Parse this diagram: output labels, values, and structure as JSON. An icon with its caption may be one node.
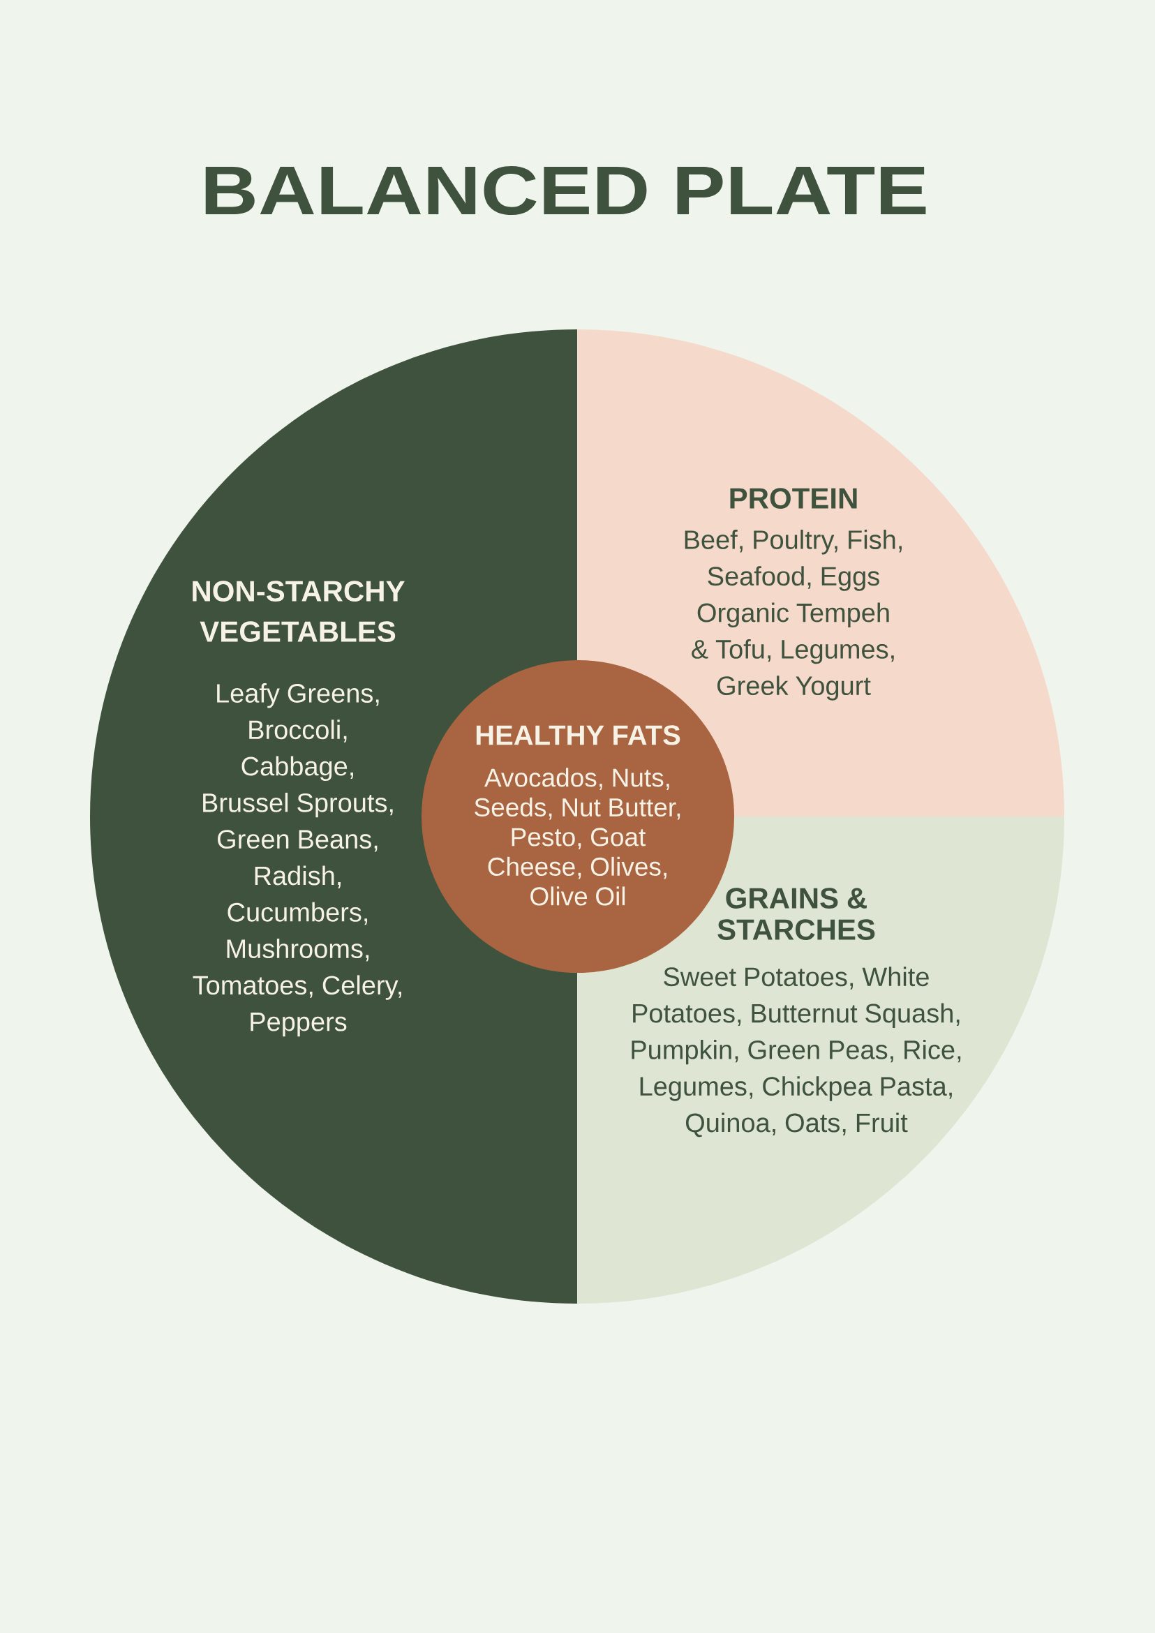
{
  "diagram": {
    "title": "BALANCED PLATE",
    "nodes": [
      {
        "text": [
          "NON-STARCHY VEGETABLES",
          "Leafy Greens, Broccoli, Cabbage, Brussel Sprouts, Green Beans, Radish, Cucumbers, Mushrooms, Tomatoes, Celery, Peppers"
        ]
      },
      {
        "text": [
          "PROTEIN",
          "Beef, Poultry, Fish, Seafood, Eggs Organic Tempeh & Tofu, Legumes, Greek Yogurt"
        ]
      },
      {
        "text": [
          "HEALTHY FATS",
          "Avocados, Nuts, Seeds, Nut Butter, Pesto, Goat Cheese, Olives, Olive Oil"
        ]
      },
      {
        "text": [
          "GRAINS & STARCHES",
          "Sweet Potatoes, White Potatoes, Butternut Squash, Pumpkin, Green Peas, Rice, Legumes, Chickpea Pasta, Quinoa, Oats, Fruit"
        ]
      }
    ]
  }
}
